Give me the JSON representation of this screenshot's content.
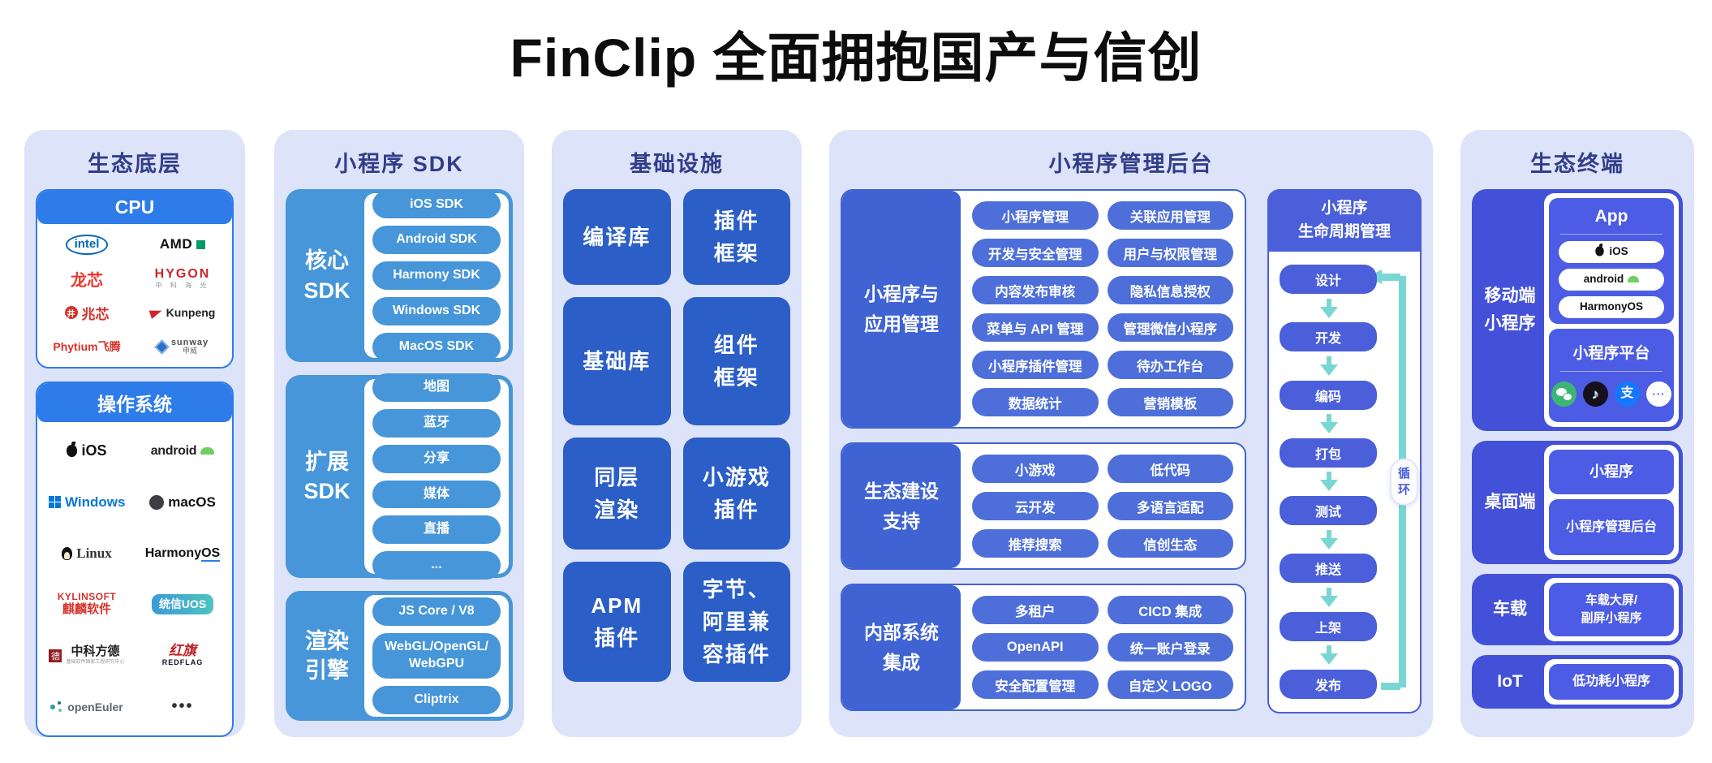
{
  "title": "FinClip 全面拥抱国产与信创",
  "colors": {
    "panel_bg": "#dde3f8",
    "panel_title": "#323d8a",
    "bright_blue": "#2e7ce9",
    "sky_blue": "#4696d9",
    "royal_blue": "#2b5ec6",
    "indigo_label": "#3f63d2",
    "indigo_pill": "#4e6fda",
    "lifecycle_indigo": "#4a5fd9",
    "teal_arrow": "#79d7d3",
    "terminal_violet": "#4351d8",
    "terminal_violet_light": "#4d5ce4"
  },
  "panels": {
    "base": {
      "title": "生态底层",
      "cpu": {
        "header": "CPU",
        "logos": [
          {
            "text": "intel"
          },
          {
            "text": "AMD"
          },
          {
            "text": "龙芯"
          },
          {
            "text": "HYGON",
            "sub": "中 科 海 光"
          },
          {
            "text": "兆芯",
            "glyph": "井"
          },
          {
            "text": "Kunpeng"
          },
          {
            "text": "Phytium飞腾"
          },
          {
            "text": "sunway",
            "sub": "申威"
          }
        ]
      },
      "os": {
        "header": "操作系统",
        "logos": [
          {
            "text": "iOS"
          },
          {
            "text": "android"
          },
          {
            "text": "Windows"
          },
          {
            "text": "macOS"
          },
          {
            "text": "Linux"
          },
          {
            "text": "HarmonyOS",
            "head": "Harmony",
            "tail": "OS"
          },
          {
            "text": "KYLINSOFT",
            "sub": "麒麟软件"
          },
          {
            "text": "统信UOS"
          },
          {
            "text": "中科方德",
            "glyph": "德",
            "sub": "基础软件国家工程研究中心"
          },
          {
            "text": "红旗",
            "sub": "REDFLAG"
          },
          {
            "text": "openEuler"
          },
          {
            "text": "•••"
          }
        ]
      }
    },
    "sdk": {
      "title": "小程序 SDK",
      "groups": [
        {
          "label": "核心\nSDK",
          "items": [
            "iOS SDK",
            "Android SDK",
            "Harmony SDK",
            "Windows SDK",
            "MacOS SDK"
          ]
        },
        {
          "label": "扩展\nSDK",
          "items": [
            "地图",
            "蓝牙",
            "分享",
            "媒体",
            "直播",
            "..."
          ]
        },
        {
          "label": "渲染\n引擎",
          "items": [
            "JS Core / V8",
            "WebGL/OpenGL/\nWebGPU",
            "Cliptrix"
          ]
        }
      ]
    },
    "infra": {
      "title": "基础设施",
      "tiles": [
        "编译库",
        "插件\n框架",
        "基础库",
        "组件\n框架",
        "同层\n渲染",
        "小游戏\n插件",
        "APM\n插件",
        "字节、\n阿里兼\n容插件"
      ]
    },
    "admin": {
      "title": "小程序管理后台",
      "sections": [
        {
          "label": "小程序与\n应用管理",
          "items": [
            "小程序管理",
            "关联应用管理",
            "开发与安全管理",
            "用户与权限管理",
            "内容发布审核",
            "隐私信息授权",
            "菜单与 API 管理",
            "管理微信小程序",
            "小程序插件管理",
            "待办工作台",
            "数据统计",
            "营销模板"
          ]
        },
        {
          "label": "生态建设\n支持",
          "items": [
            "小游戏",
            "低代码",
            "云开发",
            "多语言适配",
            "推荐搜索",
            "信创生态"
          ]
        },
        {
          "label": "内部系统\n集成",
          "items": [
            "多租户",
            "CICD 集成",
            "OpenAPI",
            "统一账户登录",
            "安全配置管理",
            "自定义 LOGO"
          ]
        }
      ],
      "lifecycle": {
        "title": "小程序\n生命周期管理",
        "steps": [
          "设计",
          "开发",
          "编码",
          "打包",
          "测试",
          "推送",
          "上架",
          "发布"
        ],
        "loop_label": "循\n环"
      }
    },
    "terminals": {
      "title": "生态终端",
      "mobile": {
        "label": "移动端\n小程序",
        "app": {
          "title": "App",
          "pills": [
            "iOS",
            "android",
            "HarmonyOS"
          ]
        },
        "platform": {
          "title": "小程序平台",
          "icons": [
            {
              "name": "wechat-icon",
              "glyph": ""
            },
            {
              "name": "douyin-icon",
              "glyph": "♪"
            },
            {
              "name": "alipay-icon",
              "glyph": "支"
            },
            {
              "name": "more-icon",
              "glyph": "···"
            }
          ]
        }
      },
      "desktop": {
        "label": "桌面端",
        "boxes": [
          "小程序",
          "小程序管理后台"
        ]
      },
      "car": {
        "label": "车载",
        "boxes": [
          "车载大屏/\n副屏小程序"
        ]
      },
      "iot": {
        "label": "IoT",
        "boxes": [
          "低功耗小程序"
        ]
      }
    }
  }
}
